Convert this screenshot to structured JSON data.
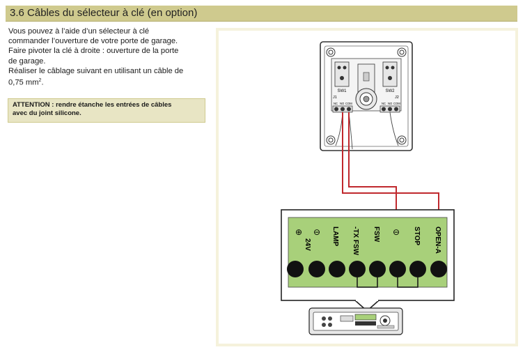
{
  "header": {
    "title": "3.6 Câbles du sélecteur à clé (en option)"
  },
  "intro": {
    "lines": [
      "Vous pouvez à l’aide d’un sélecteur à clé",
      "commander l’ouverture de votre porte de garage.",
      "Faire pivoter la clé à droite : ouverture de la porte",
      "de garage.",
      "Réaliser le câblage suivant en utilisant un câble de",
      "0,75 mm"
    ],
    "superscript": "2",
    "period": "."
  },
  "warning": {
    "line1": "ATTENTION : rendre étanche les entrées de câbles",
    "line2": "avec du joint silicone."
  },
  "key_selector": {
    "sw1": "SW1",
    "sw2": "SW2",
    "j1": "J1",
    "j2": "J2",
    "terms_left": [
      "NC",
      "NO",
      "COM"
    ],
    "terms_right": [
      "NC",
      "NO",
      "COM"
    ]
  },
  "terminal_block": {
    "labels": [
      "24V",
      "LAMP",
      "-TX FSW",
      "FSW",
      "STOP",
      "OPEN-A"
    ],
    "symbols": [
      "⊕",
      "⊖",
      "⊖"
    ]
  },
  "colors": {
    "header_bg": "#cfca8e",
    "wire": "#c0282d",
    "terminal_green": "#a8d07a"
  }
}
